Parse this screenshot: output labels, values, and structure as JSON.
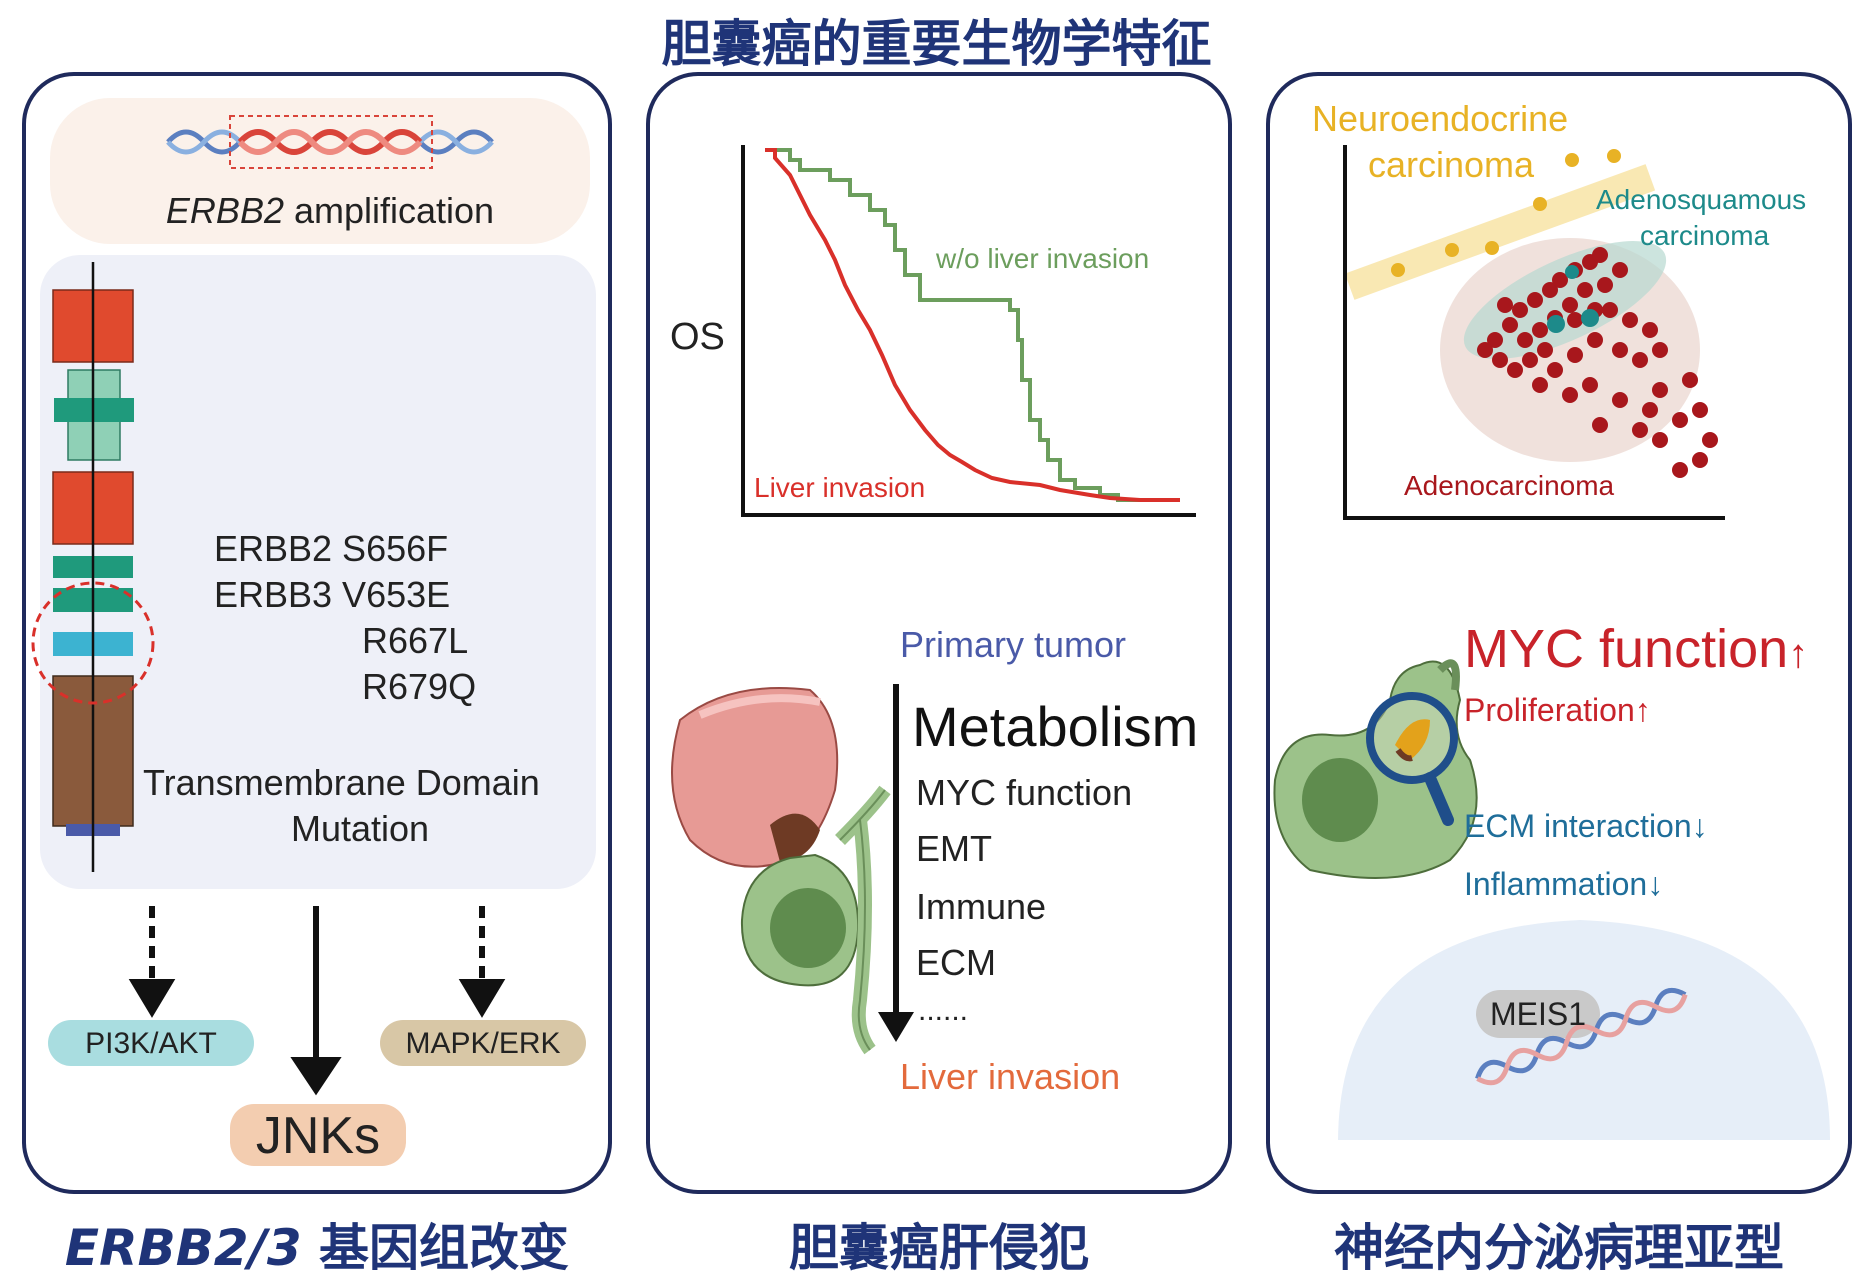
{
  "main_title": "胆囊癌的重要生物学特征",
  "panel1": {
    "dna_label_gene": "ERBB2",
    "dna_label_rest": " amplification",
    "mutations": [
      "ERBB2 S656F",
      "ERBB3 V653E",
      "R667L",
      "R679Q"
    ],
    "tm_domain": "Transmembrane Domain",
    "tm_mutation": "Mutation",
    "pathway_left": "PI3K/AKT",
    "pathway_right": "MAPK/ERK",
    "pathway_center": "JNKs",
    "caption_gene": "ERBB2/3",
    "caption_rest": " 基因组改变"
  },
  "panel2": {
    "os_label": "OS",
    "curve_green_label": "w/o liver invasion",
    "curve_red_label": "Liver invasion",
    "primary_tumor": "Primary tumor",
    "metabolism": "Metabolism",
    "pathways": [
      "MYC function",
      "EMT",
      "Immune",
      "ECM",
      "......"
    ],
    "liver_invasion": "Liver invasion",
    "caption": "胆囊癌肝侵犯"
  },
  "panel3": {
    "neuro_line1": "Neuroendocrine",
    "neuro_line2": "carcinoma",
    "adeno_sq_line1": "Adenosquamous",
    "adeno_sq_line2": "carcinoma",
    "adenocarcinoma": "Adenocarcinoma",
    "myc": "MYC function",
    "proliferation": "Proliferation",
    "ecm": "ECM interaction",
    "inflammation": "Inflammation",
    "meis1": "MEIS1",
    "caption": "神经内分泌病理亚型"
  },
  "colors": {
    "title_blue": "#1f3478",
    "red": "#d93a2b",
    "green": "#6c9e5d",
    "teal": "#1d8a8a",
    "orange": "#e8b225",
    "dark_red": "#a8171c"
  }
}
